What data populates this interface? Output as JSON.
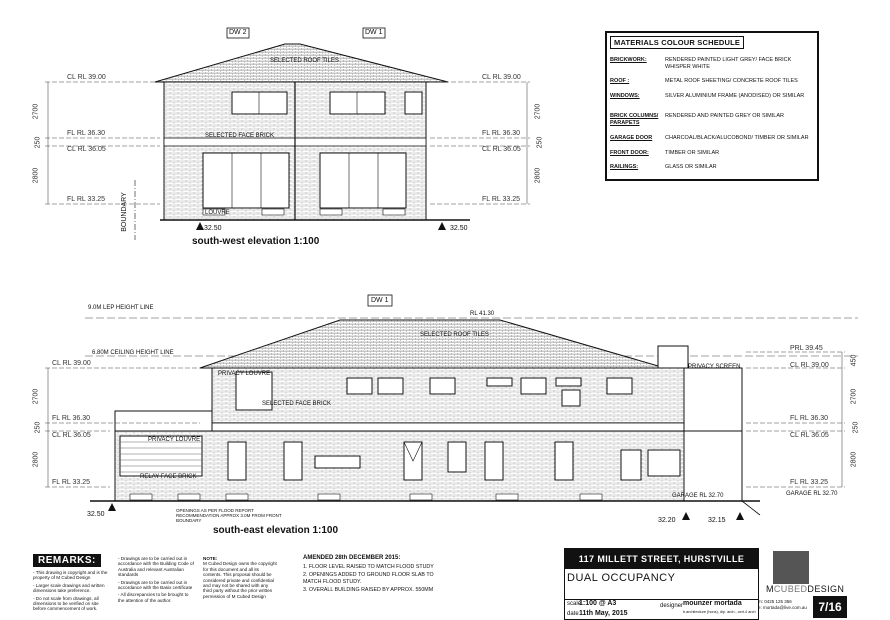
{
  "sw": {
    "tag_left": "DW 2",
    "tag_right": "DW 1",
    "title": "south-west elevation  1:100",
    "roof_note": "SELECTED ROOF TILES",
    "levels_left": [
      "CL RL 39.00",
      "FL RL 36.30",
      "CL RL 36.05",
      "FL RL 33.25"
    ],
    "levels_right": [
      "CL RL 39.00",
      "FL RL 36.30",
      "CL RL 36.05",
      "FL RL 33.25"
    ],
    "dims_left": [
      "2700",
      "250",
      "2800"
    ],
    "dims_right": [
      "2700",
      "250",
      "2800"
    ],
    "boundary": "BOUNDARY",
    "ground_left": "32.50",
    "ground_right": "32.50",
    "louvre": "LOUVRE",
    "face_brick": "SELECTED FACE BRICK"
  },
  "materials": {
    "title": "MATERIALS COLOUR SCHEDULE",
    "rows": [
      {
        "k": "BRICKWORK:",
        "v": "RENDERED PAINTED LIGHT GREY/ FACE BRICK WHISPER WHITE"
      },
      {
        "k": "ROOF :",
        "v": "METAL ROOF SHEETING/ CONCRETE ROOF TILES"
      },
      {
        "k": "WINDOWS:",
        "v": "SILVER ALUMINIUM FRAME (ANODISED) OR SIMILAR"
      },
      {
        "k": "BRICK COLUMNS/ PARAPETS",
        "v": "RENDERED AND PAINTED GREY OR SIMILAR"
      },
      {
        "k": "GARAGE DOOR",
        "v": "CHARCOAL/BLACK/ALUCOBOND/ TIMBER OR SIMILAR"
      },
      {
        "k": "FRONT DOOR:",
        "v": "TIMBER OR SIMILAR"
      },
      {
        "k": "RAILINGS:",
        "v": "GLASS OR SIMILAR"
      }
    ]
  },
  "se": {
    "tag": "DW 1",
    "title": "south-east elevation  1:100",
    "lep_line": "9.0M LEP HEIGHT LINE",
    "ceiling_line": "6.80M CEILING HEIGHT LINE",
    "ridge": "RL 41.30",
    "roof_note": "SELECTED ROOF TILES",
    "levels_left": [
      "CL RL 39.00",
      "FL RL 36.30",
      "CL RL 36.05",
      "FL RL 33.25"
    ],
    "levels_right": [
      "PRL 39.45",
      "CL RL 39.00",
      "FL RL 36.30",
      "CL RL 36.05",
      "FL RL 33.25",
      "GARAGE RL 32.70"
    ],
    "dims_left": [
      "2700",
      "250",
      "2800"
    ],
    "dims_right": [
      "450",
      "2700",
      "250",
      "2800"
    ],
    "privacy_louvre": "PRIVACY LOUVRE",
    "privacy_screen": "PRIVACY SCREEN",
    "privacy_louvre_lower": "PRIVACY LOUVRE",
    "face_brick": "SELECTED FACE BRICK",
    "render_brick": "RELAY FACE BRICK",
    "boundary_note": "OPENINGS AS PER FLOOD REPORT RECOMMENDATION APPROX 3.0M FROM FRONT BOUNDARY",
    "ground_left": "32.50",
    "ground_mid": "32.20",
    "ground_right": "32.15",
    "garage_label": "GARAGE RL 32.70"
  },
  "remarks": {
    "heading": "REMARKS:",
    "col1": [
      "- This drawing is copyright and is the property of M Cubed Design",
      "- Larger scale drawings and written dimensions take preference.",
      "- Do not scale from drawings, all dimensions to be verified on site before commencement of work."
    ],
    "col2": [
      "- Drawings are to be carried out in accordance with the Building Code of Australia and relevant Australian standards",
      "- Drawings are to be carried out in accordance with the Basix certificate",
      "- All discrepancies to be brought to the attention of the author."
    ],
    "note_head": "NOTE:",
    "note": "M Cubed Design owns the copyright for this document and all its contents. This proposal should be considered private and confidential and may not be shared with any third party without the prior written permission of M Cubed Design",
    "amended_head": "AMENDED 28th DECEMBER 2015:",
    "amended": [
      "1. FLOOR LEVEL RAISED TO MATCH FLOOD STUDY",
      "2. OPENINGS ADDED TO GROUND FLOOR SLAB TO MATCH FLOOD STUDY.",
      "3. OVERALL BUILDING RAISED BY APPROX. 550MM"
    ]
  },
  "title_block": {
    "address": "117 MILLETT STREET, HURSTVILLE",
    "project": "DUAL OCCUPANCY",
    "scale_label": "scale",
    "scale": "1:100 @ A3",
    "date_label": "date",
    "date": "11th May, 2015",
    "designer_label": "designer",
    "designer": "mounzer mortada",
    "designer_sub": "b.architecture (hons), dip. arch., cert.4 arch",
    "phone": "m: 0425 125 356",
    "email": "e: mortada@live.com.au",
    "logo_m": "M",
    "logo_cubed": "CUBED",
    "logo_design": "DESIGN",
    "sheet": "7/16"
  }
}
